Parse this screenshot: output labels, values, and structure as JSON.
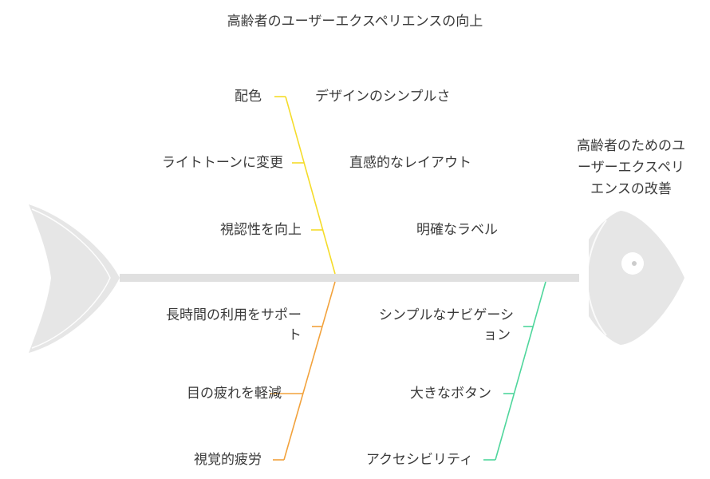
{
  "title": "高齢者のユーザーエクスペリエンスの向上",
  "effect_lines": [
    "高齢者のためのユ",
    "ーザーエクスペリ",
    "エンスの改善"
  ],
  "colors": {
    "yellow": "#f5dc2a",
    "orange": "#f2a23c",
    "green": "#4fd69c",
    "fish": "#e6e6e6",
    "spine": "#e0e0e0"
  },
  "causes": {
    "color_branch": {
      "items": [
        "配色",
        "ライトトーンに変更",
        "視認性を向上"
      ]
    },
    "design_branch": {
      "items": [
        "デザインのシンプルさ",
        "直感的なレイアウト",
        "明確なラベル"
      ]
    },
    "fatigue_branch": {
      "items": [
        "長時間の利用をサポー",
        "ト",
        "目の疲れを軽減",
        "視覚的疲労"
      ]
    },
    "nav_branch": {
      "items": [
        "シンプルなナビゲーシ",
        "ョン",
        "大きなボタン",
        "アクセシビリティ"
      ]
    }
  }
}
